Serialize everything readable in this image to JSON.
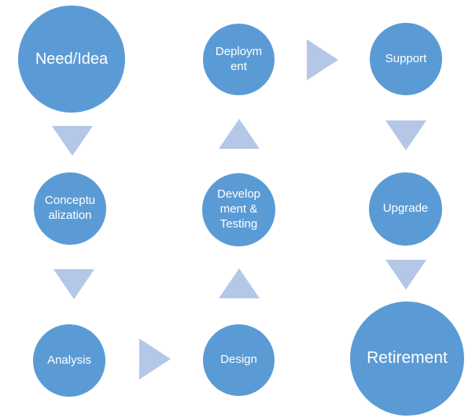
{
  "diagram": {
    "type": "lifecycle-flow",
    "colors": {
      "node_fill": "#5b9bd5",
      "node_text": "#ffffff",
      "arrow_fill": "#b4c7e7",
      "background": "#ffffff"
    },
    "nodes": [
      {
        "id": "need-idea",
        "label": "Need/Idea",
        "size": "large"
      },
      {
        "id": "deployment",
        "label": "Deploym\nent",
        "size": "medium"
      },
      {
        "id": "support",
        "label": "Support",
        "size": "medium"
      },
      {
        "id": "conceptualization",
        "label": "Conceptu\nalization",
        "size": "medium"
      },
      {
        "id": "development-testing",
        "label": "Develop\nment &\nTesting",
        "size": "medium"
      },
      {
        "id": "upgrade",
        "label": "Upgrade",
        "size": "medium"
      },
      {
        "id": "analysis",
        "label": "Analysis",
        "size": "medium"
      },
      {
        "id": "design",
        "label": "Design",
        "size": "medium"
      },
      {
        "id": "retirement",
        "label": "Retirement",
        "size": "large"
      }
    ],
    "arrows": [
      {
        "from": "need-idea",
        "to": "conceptualization",
        "direction": "down"
      },
      {
        "from": "conceptualization",
        "to": "analysis",
        "direction": "down"
      },
      {
        "from": "analysis",
        "to": "design",
        "direction": "right"
      },
      {
        "from": "design",
        "to": "development-testing",
        "direction": "up"
      },
      {
        "from": "development-testing",
        "to": "deployment",
        "direction": "up"
      },
      {
        "from": "deployment",
        "to": "support",
        "direction": "right"
      },
      {
        "from": "support",
        "to": "upgrade",
        "direction": "down"
      },
      {
        "from": "upgrade",
        "to": "retirement",
        "direction": "down"
      }
    ]
  }
}
